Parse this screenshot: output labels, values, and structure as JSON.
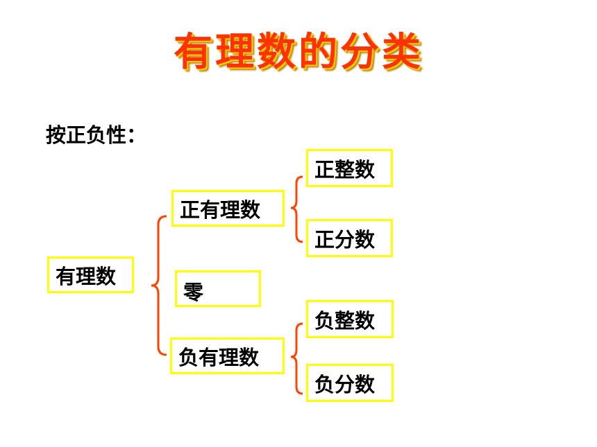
{
  "title": "有理数的分类",
  "subtitle": "按正负性：",
  "nodes": {
    "root": "有理数",
    "positive": "正有理数",
    "zero": "零",
    "negative": "负有理数",
    "pos_int": "正整数",
    "pos_frac": "正分数",
    "neg_int": "负整数",
    "neg_frac": "负分数"
  },
  "colors": {
    "title": "#ff3300",
    "box_border": "#ffff00",
    "brace": "#ff4400"
  }
}
